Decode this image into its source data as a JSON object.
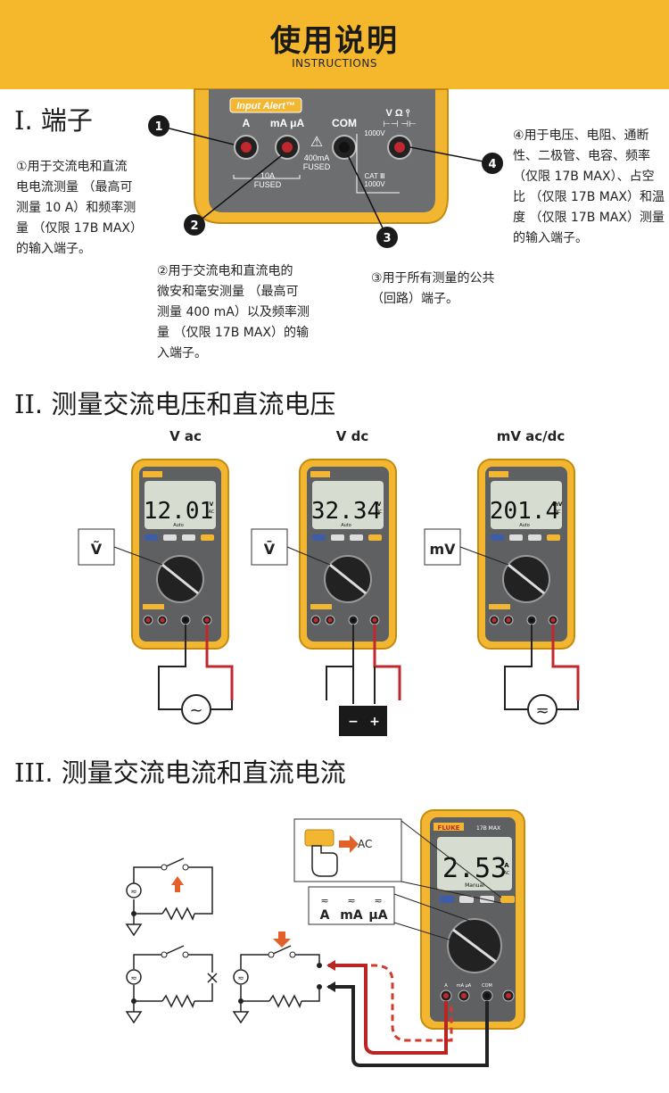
{
  "header": {
    "title": "使用说明",
    "subtitle": "INSTRUCTIONS"
  },
  "section1": {
    "title_roman": "I",
    "title_text": ". 端子",
    "panel": {
      "brand": "Input Alert™",
      "labels": [
        "A",
        "mA μA",
        "COM",
        "V Ω"
      ],
      "fuse_left": "10A\nFUSED",
      "fuse_mid": "400mA\nFUSED",
      "voltage": "1000V",
      "cat": "CAT Ⅲ\n1000V"
    },
    "markers": [
      "1",
      "2",
      "3",
      "4"
    ],
    "desc1": [
      "①用于交流电和直流",
      "电电流测量 （最高可",
      "测量 10 A）和频率测",
      "量 （仅限 17B MAX）",
      "的输入端子。"
    ],
    "desc2": [
      "②用于交流电和直流电的",
      "微安和毫安测量 （最高可",
      "测量 400 mA）以及频率测",
      "量 （仅限 17B MAX）的输",
      "入端子。"
    ],
    "desc3": [
      "③用于所有测量的公共",
      "（回路）端子。"
    ],
    "desc4": [
      "④用于电压、电阻、通断",
      "性、二极管、电容、频率",
      "（仅限 17B MAX）、占空",
      "比 （仅限 17B MAX）和温",
      "度 （仅限 17B MAX）测量",
      "的输入端子。"
    ]
  },
  "section2": {
    "title_roman": "II",
    "title_text": ". 测量交流电压和直流电压",
    "meters": [
      {
        "label": "V ac",
        "reading": "12.01",
        "unit": "V AC",
        "mode": "Auto",
        "switch": "Ṽ",
        "source": "~"
      },
      {
        "label": "V dc",
        "reading": "32.34",
        "unit": "V DC",
        "mode": "Auto",
        "switch": "V̄",
        "source": "battery"
      },
      {
        "label": "mV ac/dc",
        "reading": "201.4",
        "unit": "mV DC",
        "mode": "Auto",
        "switch": "mV",
        "source": "≂"
      }
    ]
  },
  "section3": {
    "title_roman": "III",
    "title_text": ". 测量交流电流和直流电流",
    "meter": {
      "reading": "2.53",
      "unit": "A AC",
      "mode": "Manual",
      "brand": "FLUKE",
      "model": "17B MAX"
    },
    "callout1": "AC",
    "callout2": [
      "A",
      "mA",
      "μA"
    ]
  }
}
